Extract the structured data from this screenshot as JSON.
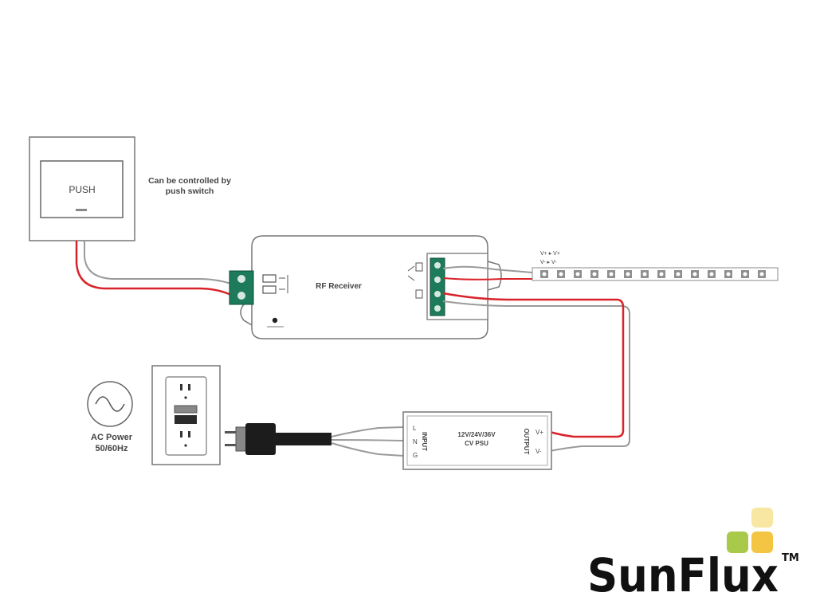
{
  "push_switch": {
    "label": "PUSH"
  },
  "switch_note": {
    "line1": "Can be controlled by",
    "line2": "push switch"
  },
  "rf_receiver": {
    "label": "RF Receiver"
  },
  "led_strip": {
    "line1": "V+ ▸ V+",
    "line2": "V- ▸ V-"
  },
  "ac_power": {
    "line1": "AC Power",
    "line2": "50/60Hz"
  },
  "psu": {
    "title_line1": "12V/24V/36V",
    "title_line2": "CV PSU",
    "input_label": "INPUT",
    "output_label": "OUTPUT",
    "input_terminals": [
      "L",
      "N",
      "G"
    ],
    "output_terminals": [
      "V+",
      "V-"
    ]
  },
  "brand": {
    "name": "SunFlux",
    "tm": "TM"
  },
  "colors": {
    "red_wire": "#d9232a",
    "gray_wire": "#8a8a8a",
    "terminal_green": "#1d7a5a",
    "logo_yellow_light": "#f8e7a2",
    "logo_green": "#a9c94a",
    "logo_yellow": "#f3c542"
  }
}
